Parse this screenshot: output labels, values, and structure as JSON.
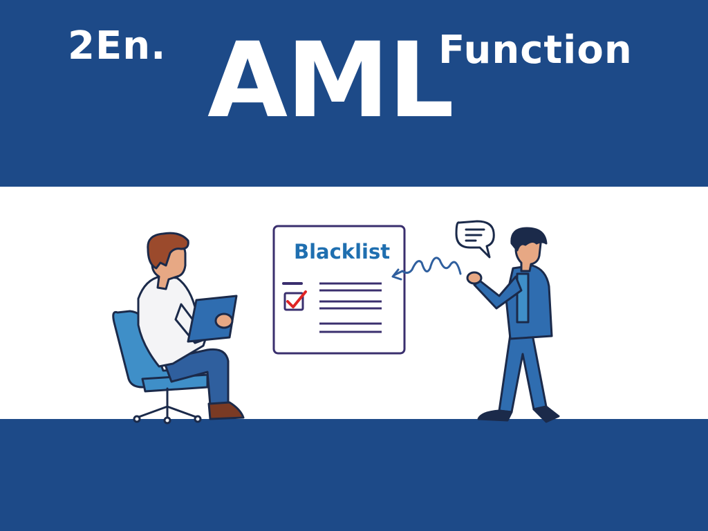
{
  "header": {
    "left_label": "2En.",
    "title": "AML",
    "right_label": "Function"
  },
  "board": {
    "title": "Blacklist"
  },
  "colors": {
    "band": "#1d4a88",
    "board_title": "#1f6fb0",
    "checkmark": "#e02424",
    "chair": "#3f8fc8",
    "suit": "#2f6db0"
  },
  "icons": [
    "speech-bubble-icon",
    "checkbox-checked-icon",
    "checkbox-empty-icon",
    "scribble-arrow-icon"
  ]
}
